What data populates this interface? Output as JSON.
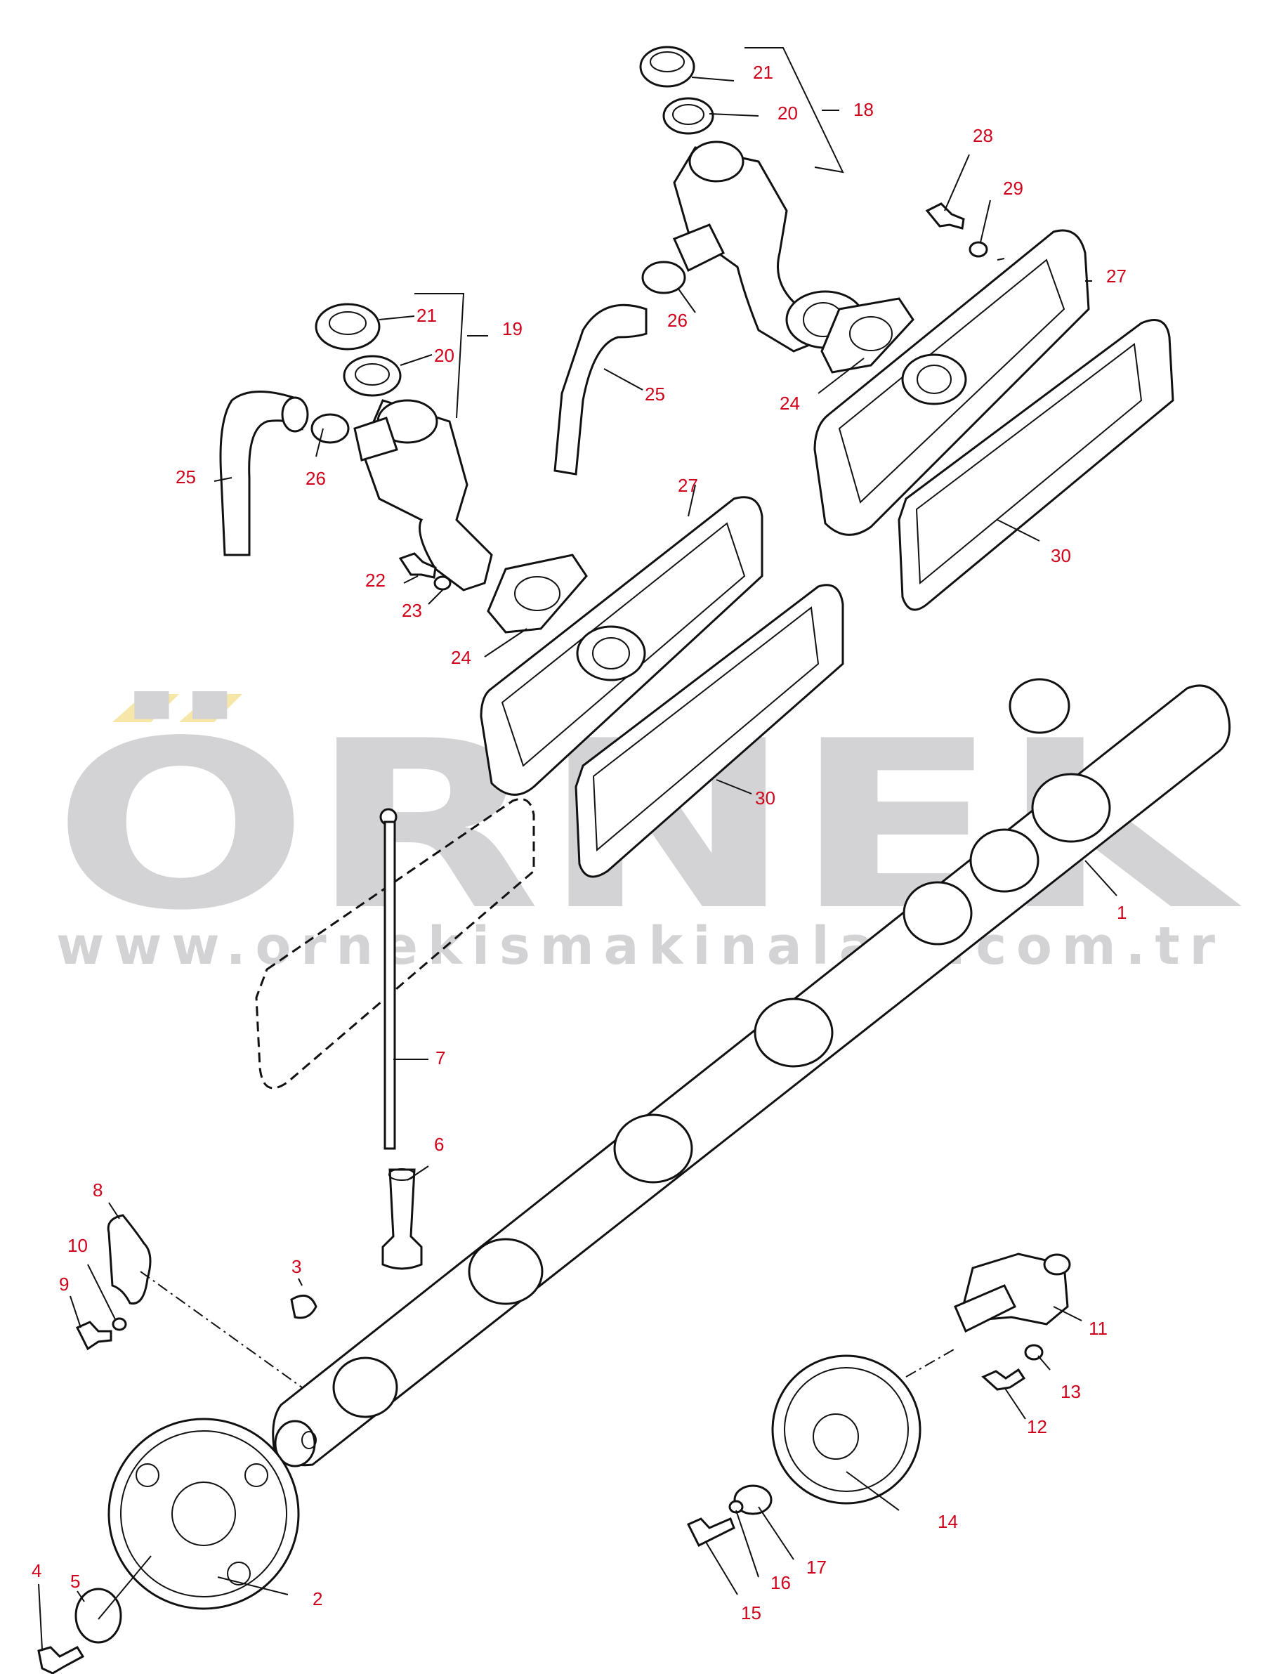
{
  "watermark": {
    "brand": "ÖRNEK",
    "url": "www.ornekismakinalari.com.tr",
    "text_color": "#d3d3d6",
    "accent_color": "#f6e7a9"
  },
  "colors": {
    "callout": "#d0021b",
    "line": "#111111"
  },
  "callouts": {
    "c1": "1",
    "c2": "2",
    "c3": "3",
    "c4": "4",
    "c5": "5",
    "c6": "6",
    "c7": "7",
    "c8": "8",
    "c9": "9",
    "c10": "10",
    "c11": "11",
    "c12": "12",
    "c13": "13",
    "c14": "14",
    "c15": "15",
    "c16": "16",
    "c17": "17",
    "c18": "18",
    "c19": "19",
    "c20a": "20",
    "c20b": "20",
    "c21a": "21",
    "c21b": "21",
    "c22": "22",
    "c23": "23",
    "c24a": "24",
    "c24b": "24",
    "c25a": "25",
    "c25b": "25",
    "c26a": "26",
    "c26b": "26",
    "c27a": "27",
    "c27b": "27",
    "c28": "28",
    "c29": "29",
    "c30a": "30",
    "c30b": "30"
  }
}
